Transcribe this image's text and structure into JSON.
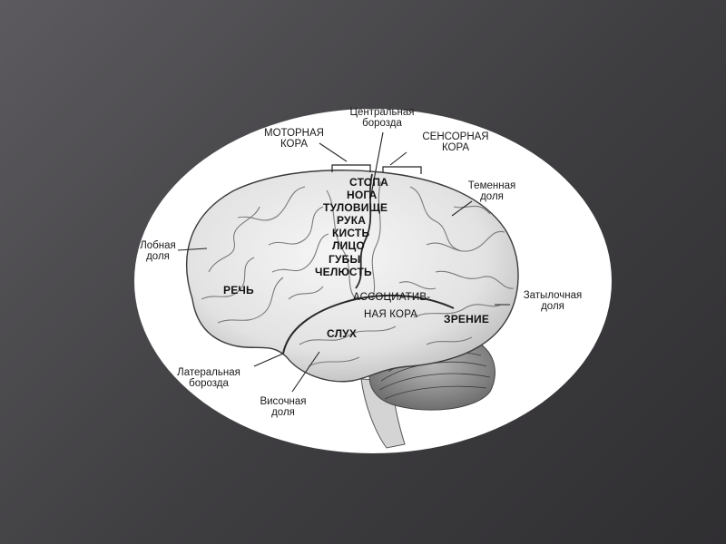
{
  "colors": {
    "background": "#46454a",
    "oval": "#ffffff",
    "brain": "#ececec",
    "ink": "#1a1a1a"
  },
  "labels": {
    "central_sulcus": "Центральная\nборозда",
    "motor_cortex": "МОТОРНАЯ\nКОРА",
    "sensory_cortex": "СЕНСОРНАЯ\nКОРА",
    "parietal_lobe": "Теменная\nдоля",
    "frontal_lobe": "Лобная\nдоля",
    "occipital_lobe": "Затылочная\nдоля",
    "lateral_sulcus": "Латеральная\nборозда",
    "temporal_lobe": "Височная\nдоля"
  },
  "regions": {
    "body_parts": [
      "СТОПА",
      "НОГА",
      "ТУЛОВИЩЕ",
      "РУКА",
      "КИСТЬ",
      "ЛИЦО",
      "ГУБЫ",
      "ЧЕЛЮСТЬ"
    ],
    "speech": "РЕЧЬ",
    "association_1": "АССОЦИАТИВ-",
    "association_2": "НАЯ КОРА",
    "vision": "ЗРЕНИЕ",
    "hearing": "СЛУХ"
  }
}
